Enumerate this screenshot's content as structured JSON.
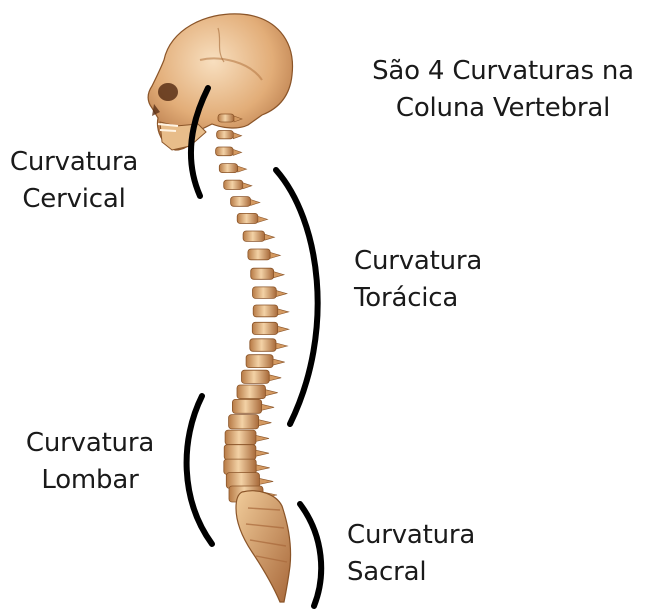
{
  "heading": {
    "line1": "São 4 Curvaturas na",
    "line2": "Coluna Vertebral"
  },
  "labels": {
    "cervical": {
      "line1": "Curvatura",
      "line2": "Cervical"
    },
    "toracica": {
      "line1": "Curvatura",
      "line2": "Torácica"
    },
    "lombar": {
      "line1": "Curvatura",
      "line2": "Lombar"
    },
    "sacral": {
      "line1": "Curvatura",
      "line2": "Sacral"
    }
  },
  "colors": {
    "bone": "#e3b27f",
    "bone_shadow": "#a86a3a",
    "bone_highlight": "#f6dcb9",
    "bracket": "#000000",
    "text": "#1a1a1a"
  }
}
